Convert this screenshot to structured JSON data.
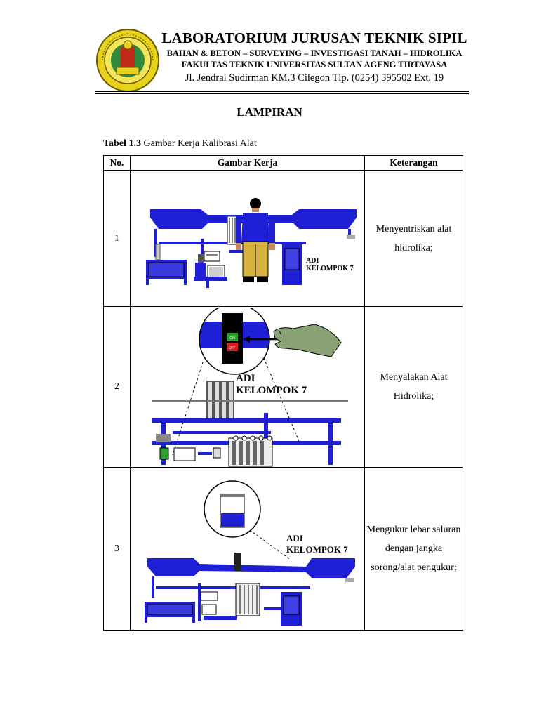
{
  "header": {
    "title": "LABORATORIUM JURUSAN TEKNIK SIPIL",
    "subtitle_1": "BAHAN & BETON – SURVEYING – INVESTIGASI TANAH – HIDROLIKA",
    "subtitle_2": "FAKULTAS TEKNIK UNIVERSITAS SULTAN AGENG TIRTAYASA",
    "address": "Jl. Jendral Sudirman KM.3 Cilegon Tlp. (0254) 395502 Ext. 19"
  },
  "page_heading": "LAMPIRAN",
  "caption": {
    "label": "Tabel 1.3",
    "text": " Gambar Kerja Kalibrasi Alat"
  },
  "table": {
    "headers": [
      "No.",
      "Gambar Kerja",
      "Keterangan"
    ],
    "rows": [
      {
        "no": "1",
        "keterangan": "Menyentriskan alat hidrolika;"
      },
      {
        "no": "2",
        "keterangan": "Menyalakan Alat Hidrolika;"
      },
      {
        "no": "3",
        "keterangan": "Mengukur lebar saluran dengan jangka sorong/alat pengukur;"
      }
    ]
  },
  "figures": {
    "fig1": {
      "label_1": "ADI",
      "label_2": "KELOMPOK 7"
    },
    "fig2": {
      "label_1": "ADI",
      "label_2": "KELOMPOK 7",
      "switch_on": "ON",
      "switch_off": "OFF"
    },
    "fig3": {
      "label_1": "ADI",
      "label_2": "KELOMPOK 7"
    }
  },
  "colors": {
    "machine_blue": "#1f1fd6",
    "hand_green": "#8aa374",
    "skin": "#c98a5a"
  }
}
